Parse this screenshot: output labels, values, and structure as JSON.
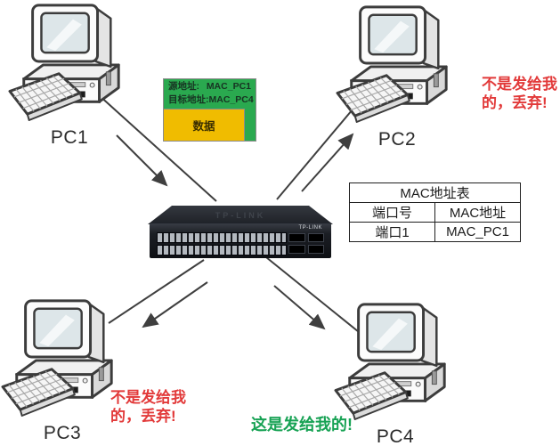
{
  "packet": {
    "source_label": "源地址:",
    "source_value": "MAC_PC1",
    "dest_label": "目标地址:",
    "dest_value": "MAC_PC4",
    "data_label": "数据",
    "green_color": "#2aa94f",
    "yellow_color": "#f0bc00"
  },
  "pcs": {
    "pc1": {
      "label": "PC1"
    },
    "pc2": {
      "label": "PC2"
    },
    "pc3": {
      "label": "PC3"
    },
    "pc4": {
      "label": "PC4"
    }
  },
  "switch": {
    "brand": "TP-LINK"
  },
  "mac_table": {
    "title": "MAC地址表",
    "headers": [
      "端口号",
      "MAC地址"
    ],
    "rows": [
      [
        "端口1",
        "MAC_PC1"
      ]
    ]
  },
  "notes": {
    "pc2": {
      "lines": [
        "不是发给我",
        "的，丢弃!"
      ],
      "color": "#e23a3a"
    },
    "pc3": {
      "lines": [
        "不是发给我",
        "的，丢弃!"
      ],
      "color": "#e23a3a"
    },
    "pc4": {
      "text": "这是发给我的!",
      "color": "#17a254"
    }
  },
  "line_color": "#3f3f3f"
}
